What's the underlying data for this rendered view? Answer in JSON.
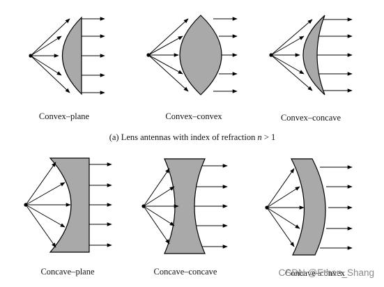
{
  "lens_types_positive": [
    "Convex–plane",
    "Convex–convex",
    "Convex–concave"
  ],
  "caption_a_prefix": "(a)  Lens antennas with index of refraction ",
  "caption_a_symbol": "n",
  "caption_a_suffix": " > 1",
  "lens_types_negative": [
    "Concave–plane",
    "Concave–concave",
    "Concave–convex"
  ],
  "watermark": "CSDN @Ethan_Shang",
  "colors": {
    "lens_fill": "#a9a9a9",
    "stroke": "#000000",
    "watermark": "#8a8a8a"
  }
}
